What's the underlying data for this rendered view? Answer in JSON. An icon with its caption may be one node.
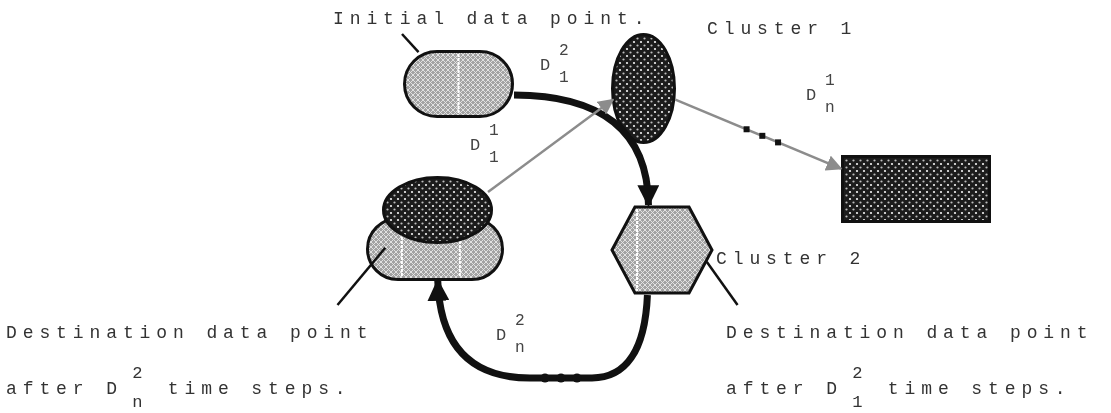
{
  "diagram": {
    "nodes": [
      {
        "text": [
          "Initial data point."
        ]
      },
      {
        "text": [],
        "shape": "capsule"
      },
      {
        "text": [],
        "shape": "ellipse",
        "beside": [
          "Cluster 1"
        ]
      },
      {
        "text": [],
        "shape": "box"
      },
      {
        "text": [],
        "shape": "ellipse"
      },
      {
        "text": [],
        "shape": "capsule"
      },
      {
        "text": [],
        "shape": "hexagon",
        "beside": [
          "Cluster 2"
        ]
      },
      {
        "text": [
          "Destination data point after D$^{2}$$_{n}$ time steps."
        ]
      },
      {
        "text": [
          "Destination data point after D$^{2}$$_{1}$ time steps."
        ]
      }
    ],
    "edges": [
      {
        "from": 0,
        "to": 1,
        "arrow": "none"
      },
      {
        "from": 1,
        "to": 6,
        "arrow": "to",
        "label": "D$^{2}$$_{1}$",
        "style": "thick"
      },
      {
        "from": 4,
        "to": 2,
        "arrow": "to",
        "label": "D$^{1}$$_{1}$",
        "color": "#8c8c8c"
      },
      {
        "from": 2,
        "to": 3,
        "arrow": "to",
        "label": "D$^{1}$$_{n}$",
        "color": "#8c8c8c"
      },
      {
        "from": 6,
        "to": 5,
        "arrow": "to",
        "label": "D$^{2}$$_{n}$",
        "style": "thick"
      },
      {
        "from": 7,
        "to": 5,
        "arrow": "none"
      },
      {
        "from": 8,
        "to": 6,
        "arrow": "none"
      }
    ]
  }
}
